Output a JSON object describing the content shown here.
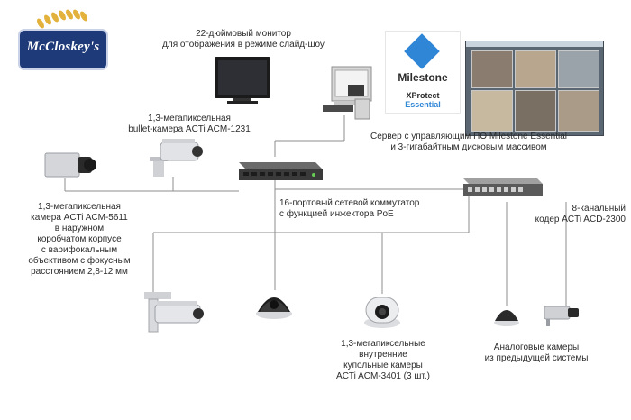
{
  "logo": {
    "brand": "McCloskey's",
    "tagline": ""
  },
  "milestone": {
    "brand": "Milestone",
    "product_line1": "XProtect",
    "product_line2": "Essential"
  },
  "labels": {
    "monitor": [
      "22-дюймовый монитор",
      "для отображения в режиме слайд-шоу"
    ],
    "bullet_cam": [
      "1,3-мегапиксельная",
      "bullet-камера ACTi ACM-1231"
    ],
    "server": [
      "Сервер с управляющим ПО Milestone Essential",
      "и 3-гигабайтным дисковым массивом"
    ],
    "box_cam": [
      "1,3-мегапиксельная",
      "камера ACTi ACM-5611",
      "в наружном",
      "коробчатом корпусе",
      "с варифокальным",
      "объективом с фокусным",
      "расстоянием 2,8-12 мм"
    ],
    "switch": [
      "16-портовый сетевой коммутатор",
      "с функцией инжектора PoE"
    ],
    "encoder": [
      "8-канальный",
      "кодер ACTi ACD-2300"
    ],
    "dome_cams": [
      "1,3-мегапиксельные",
      "внутренние",
      "купольные камеры",
      "ACTi ACM-3401 (3 шт.)"
    ],
    "analog_cams": [
      "Аналоговые камеры",
      "из предыдущей системы"
    ]
  },
  "colors": {
    "lines": "#8c8c8c",
    "accent": "#2f86d6",
    "logo_bg": "#1f3a79"
  }
}
